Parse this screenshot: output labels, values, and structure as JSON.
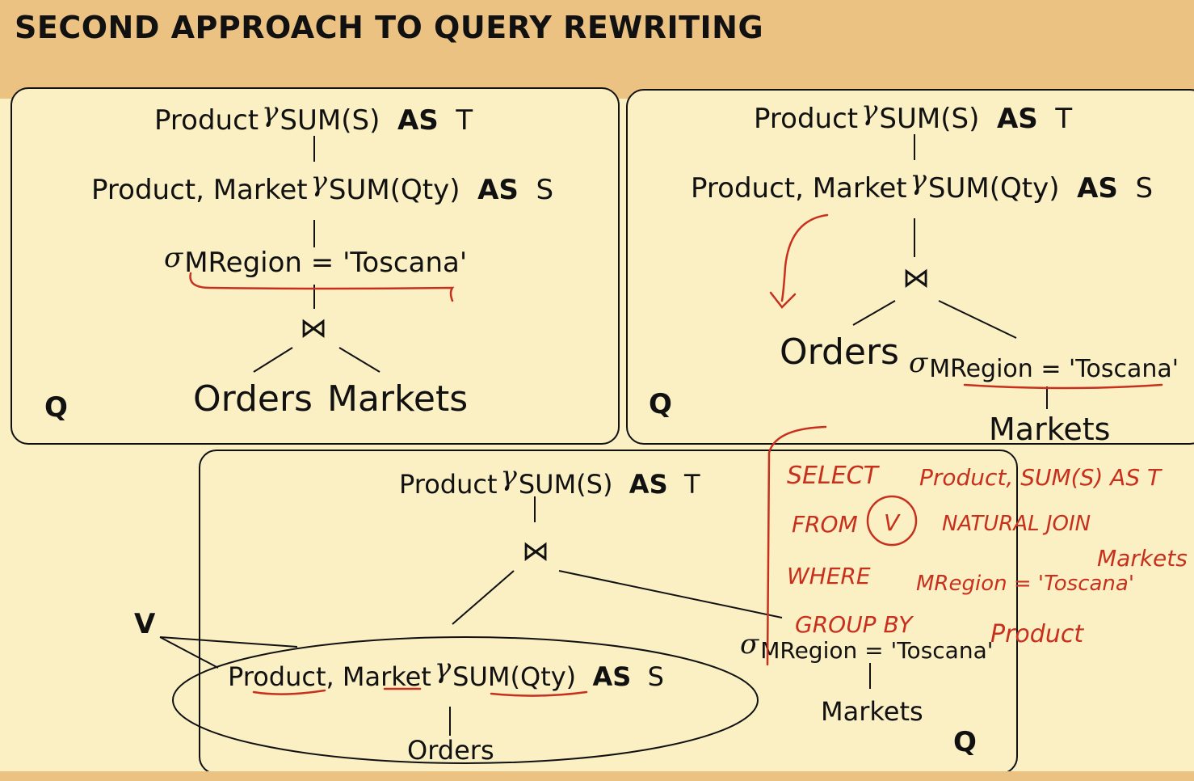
{
  "title": "SECOND APPROACH TO QUERY REWRITING",
  "tl": {
    "root_attr": "Product",
    "root_func": "SUM(S)",
    "root_as": "AS",
    "root_alias": "T",
    "agg_attr": "Product, Market",
    "agg_func": "SUM(Qty)",
    "agg_as": "AS",
    "agg_alias": "S",
    "sel_cond": "MRegion",
    "sel_eq": "=",
    "sel_val": "'Toscana'",
    "leaf_left": "Orders",
    "leaf_right": "Markets",
    "label": "Q"
  },
  "tr": {
    "root_attr": "Product",
    "root_func": "SUM(S)",
    "root_as": "AS",
    "root_alias": "T",
    "agg_attr": "Product, Market",
    "agg_func": "SUM(Qty)",
    "agg_as": "AS",
    "agg_alias": "S",
    "leaf_left": "Orders",
    "sel_cond": "MRegion",
    "sel_eq": "=",
    "sel_val": "'Toscana'",
    "leaf_right": "Markets",
    "label": "Q"
  },
  "bottom": {
    "root_attr": "Product",
    "root_func": "SUM(S)",
    "root_as": "AS",
    "root_alias": "T",
    "view_label": "V",
    "agg_attr": "Product, Market",
    "agg_func": "SUM(Qty)",
    "agg_as": "AS",
    "agg_alias": "S",
    "leaf_left": "Orders",
    "sel_cond": "MRegion",
    "sel_eq": "=",
    "sel_val": "'Toscana'",
    "leaf_right": "Markets",
    "label": "Q"
  },
  "symbols": {
    "gamma": "γ",
    "sigma": "σ",
    "join": "⋈"
  },
  "handwriting": {
    "line1a": "SELECT",
    "line1b": "Product, SUM(S) AS T",
    "line2a": "FROM",
    "line2v": "V",
    "line2b": "NATURAL JOIN",
    "line3": "Markets",
    "line4a": "WHERE",
    "line4b": "MRegion = 'Toscana'",
    "line5a": "GROUP BY",
    "line5b": "Product"
  },
  "colors": {
    "header": "#ecc283",
    "background": "#fbefc4",
    "ink_red": "#c8301e"
  }
}
